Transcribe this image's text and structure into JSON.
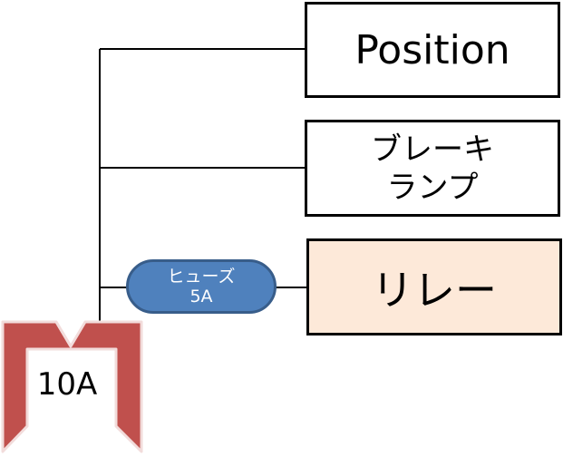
{
  "boxes": {
    "position": "Position",
    "brake_line1": "ブレーキ",
    "brake_line2": "ランプ",
    "relay": "リレー"
  },
  "small_fuse": {
    "line1": "ヒューズ",
    "line2": "5A",
    "color": "#4f81bd"
  },
  "main_fuse": {
    "label": "10A",
    "color": "#c0504d"
  },
  "colors": {
    "relay_fill": "#fde9d9",
    "wire": "#000000"
  }
}
